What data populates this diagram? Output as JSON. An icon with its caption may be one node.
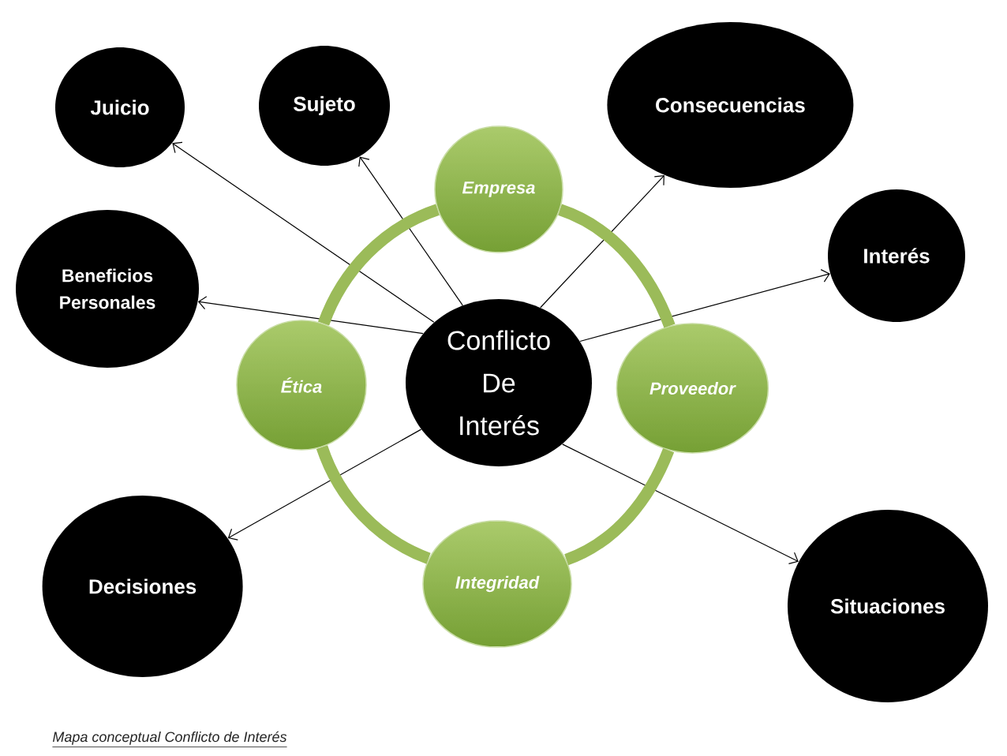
{
  "diagram": {
    "caption": "Mapa conceptual Conflicto de Interés",
    "nodes": [
      {
        "text": [
          "Juicio"
        ]
      },
      {
        "text": [
          "Sujeto"
        ]
      },
      {
        "text": [
          "Consecuencias"
        ]
      },
      {
        "text": [
          "Empresa"
        ]
      },
      {
        "text": [
          "Beneficios Personales"
        ]
      },
      {
        "text": [
          "Interés"
        ]
      },
      {
        "text": [
          "Conflicto De Interés"
        ]
      },
      {
        "text": [
          "Ética"
        ]
      },
      {
        "text": [
          "Proveedor"
        ]
      },
      {
        "text": [
          "Decisiones"
        ]
      },
      {
        "text": [
          "Integridad"
        ]
      },
      {
        "text": [
          "Situaciones"
        ]
      }
    ],
    "edges": [
      {
        "from": 6,
        "to": 0,
        "arrow": "to"
      },
      {
        "from": 6,
        "to": 1,
        "arrow": "to"
      },
      {
        "from": 6,
        "to": 2,
        "arrow": "to"
      },
      {
        "from": 6,
        "to": 4,
        "arrow": "to"
      },
      {
        "from": 6,
        "to": 5,
        "arrow": "to"
      },
      {
        "from": 6,
        "to": 9,
        "arrow": "to"
      },
      {
        "from": 6,
        "to": 11,
        "arrow": "to"
      },
      {
        "from": 3,
        "to": 8,
        "arrow": "none",
        "style": "thick",
        "color": "#9bbb59"
      },
      {
        "from": 8,
        "to": 10,
        "arrow": "none",
        "style": "thick",
        "color": "#9bbb59"
      },
      {
        "from": 10,
        "to": 7,
        "arrow": "none",
        "style": "thick",
        "color": "#9bbb59"
      },
      {
        "from": 7,
        "to": 3,
        "arrow": "none",
        "style": "thick",
        "color": "#9bbb59"
      }
    ]
  }
}
